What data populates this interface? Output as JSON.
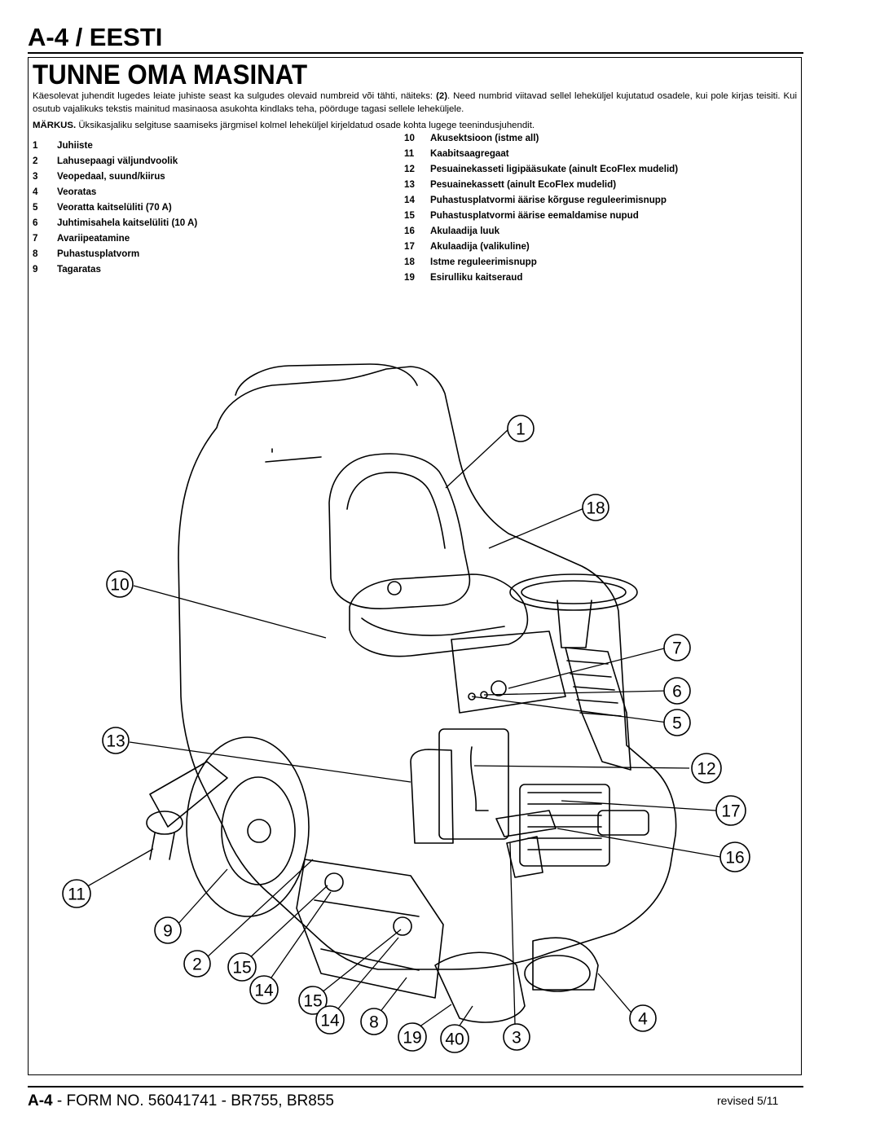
{
  "header": {
    "page_title": "A-4 / EESTI"
  },
  "section": {
    "title": "TUNNE OMA MASINAT",
    "intro_part1": "Käesolevat juhendit lugedes leiate juhiste seast ka sulgudes olevaid numbreid või tähti, näiteks: ",
    "intro_bold": "(2)",
    "intro_part2": ".  Need numbrid viitavad sellel leheküljel kujutatud osadele, kui pole kirjas teisiti.  Kui osutub vajalikuks tekstis mainitud masinaosa asukohta kindlaks teha, pöörduge tagasi sellele leheküljele.",
    "note_label": "MÄRKUS.",
    "note_text": "  Üksikasjaliku selgituse saamiseks järgmisel kolmel leheküljel kirjeldatud osade kohta lugege teenindusjuhendit."
  },
  "legend_left": [
    {
      "num": "1",
      "label": "Juhiiste"
    },
    {
      "num": "2",
      "label": "Lahusepaagi väljundvoolik"
    },
    {
      "num": "3",
      "label": "Veopedaal, suund/kiirus"
    },
    {
      "num": "4",
      "label": "Veoratas"
    },
    {
      "num": "5",
      "label": "Veoratta kaitselüliti (70 A)"
    },
    {
      "num": "6",
      "label": "Juhtimisahela kaitselüliti (10 A)"
    },
    {
      "num": "7",
      "label": "Avariipeatamine"
    },
    {
      "num": "8",
      "label": "Puhastusplatvorm"
    },
    {
      "num": "9",
      "label": "Tagaratas"
    }
  ],
  "legend_right": [
    {
      "num": "10",
      "label": "Akusektsioon (istme all)"
    },
    {
      "num": "11",
      "label": "Kaabitsaagregaat"
    },
    {
      "num": "12",
      "label": "Pesuainekasseti ligipääsukate (ainult EcoFlex mudelid)"
    },
    {
      "num": "13",
      "label": "Pesuainekassett (ainult EcoFlex mudelid)"
    },
    {
      "num": "14",
      "label": "Puhastusplatvormi äärise kõrguse reguleerimisnupp"
    },
    {
      "num": "15",
      "label": "Puhastusplatvormi äärise eemaldamise nupud"
    },
    {
      "num": "16",
      "label": "Akulaadija luuk"
    },
    {
      "num": "17",
      "label": "Akulaadija (valikuline)"
    },
    {
      "num": "18",
      "label": "Istme reguleerimisnupp"
    },
    {
      "num": "19",
      "label": "Esirulliku kaitseraud"
    }
  ],
  "callouts": {
    "c1": "1",
    "c18": "18",
    "c10": "10",
    "c7": "7",
    "c6": "6",
    "c5": "5",
    "c13": "13",
    "c12": "12",
    "c17": "17",
    "c16": "16",
    "c11": "11",
    "c9": "9",
    "c2": "2",
    "c15a": "15",
    "c14a": "14",
    "c15b": "15",
    "c14b": "14",
    "c8": "8",
    "c19": "19",
    "c40": "40",
    "c3": "3",
    "c4": "4"
  },
  "footer": {
    "page_ref": "A-4",
    "form_text": " - FORM NO. 56041741 - BR755, BR855",
    "revised": "revised 5/11"
  }
}
